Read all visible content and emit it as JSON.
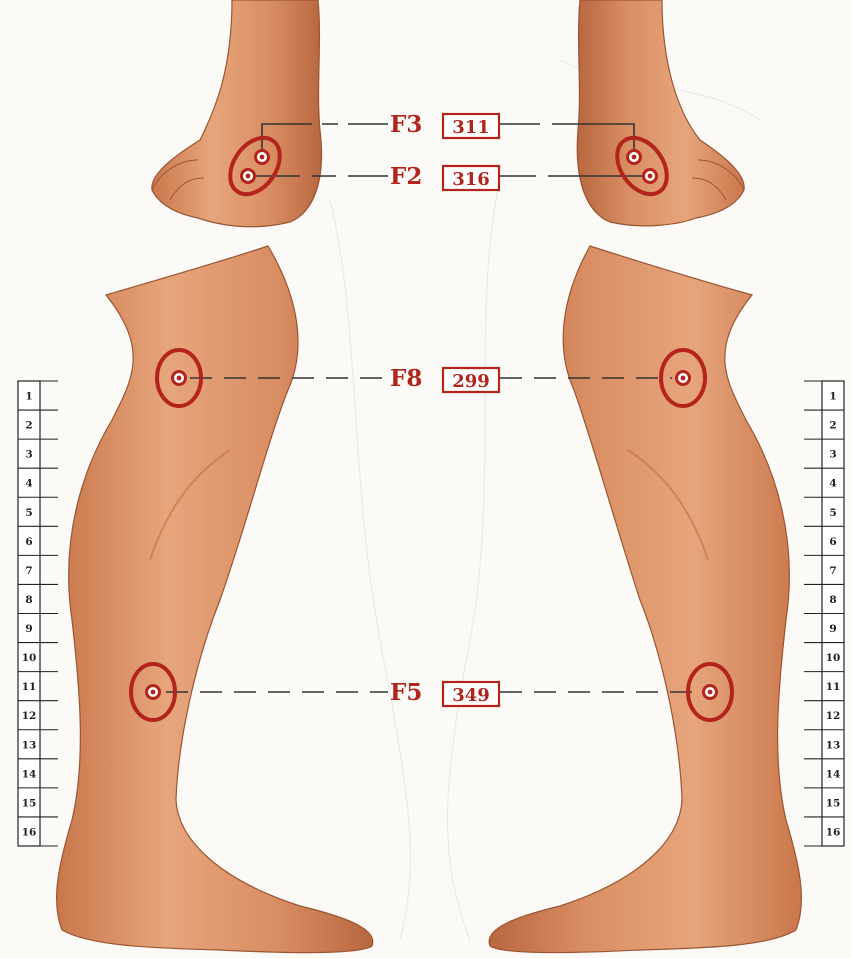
{
  "points": [
    {
      "code": "F3",
      "number": "311"
    },
    {
      "code": "F2",
      "number": "316"
    },
    {
      "code": "F8",
      "number": "299"
    },
    {
      "code": "F5",
      "number": "349"
    }
  ],
  "scale": {
    "labels": [
      "1",
      "2",
      "3",
      "4",
      "5",
      "6",
      "7",
      "8",
      "9",
      "10",
      "11",
      "12",
      "13",
      "14",
      "15",
      "16"
    ]
  },
  "colors": {
    "accent": "#b3241d",
    "skin": "#d98d62",
    "skin_shadow": "#b8673f",
    "background": "#fbfaf7"
  }
}
